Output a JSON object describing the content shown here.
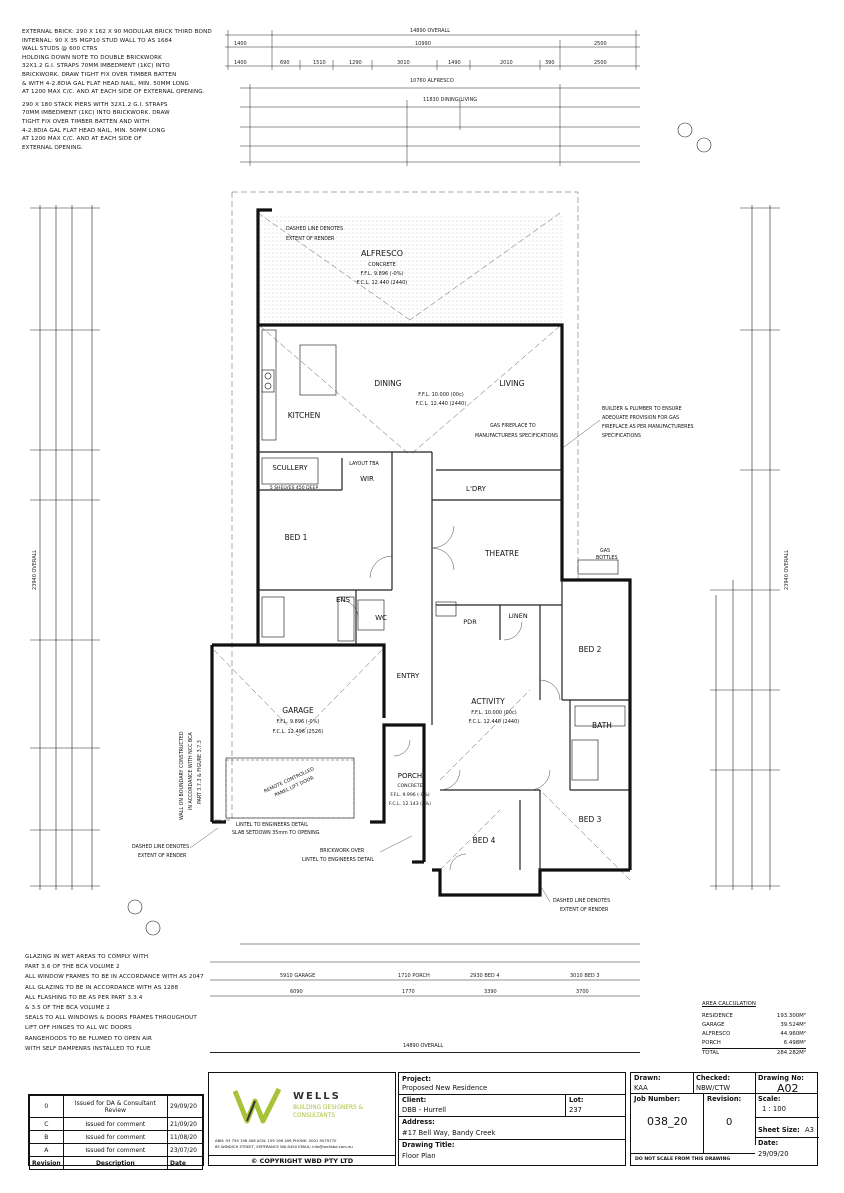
{
  "notes_top": [
    "EXTERNAL BRICK: 290 x 162 x 90 MODULAR BRICK THIRD BOND",
    "INTERNAL: 90 x 35 MGP10 STUD WALL TO AS 1684",
    "WALL STUDS @ 600 CTRS",
    "HOLDING DOWN NOTE TO DOUBLE BRICKWORK",
    "32x1.2 G.I. STRAPS 70mm IMBEDMENT (1kc) INTO",
    "BRICKWORK. DRAW TIGHT FIX OVER TIMBER BATTEN",
    "& WITH 4-2.8dia GAL FLAT HEAD NAIL, MIN. 50mm LONG",
    "AT 1200 MAX C/C. AND AT EACH SIDE OF EXTERNAL OPENING.",
    "",
    "290 x 180 STACK PIERS WITH 32x1.2 G.I. STRAPS",
    "70mm IMBEDMENT (1kc) INTO BRICKWORK. DRAW",
    "TIGHT FIX OVER TIMBER BATTEN AND WITH",
    "4-2.8dia GAL FLAT HEAD NAIL, MIN. 50mm LONG",
    "AT 1200 MAX C/C. AND AT EACH SIDE OF",
    "EXTERNAL OPENING."
  ],
  "notes_bottom": [
    "GLAZING IN WET AREAS TO COMPLY WITH",
    "PART 3.6 OF THE BCA VOLUME 2",
    "ALL WINDOW FRAMES TO BE IN ACCORDANCE WITH AS 2047",
    "ALL GLAZING TO BE IN ACCORDANCE WITH AS 1288",
    "ALL FLASHING TO BE AS PER PART 3.3.4",
    "& 3.5 OF THE BCA VOLUME 2",
    "SEALS TO ALL WINDOWS & DOORS FRAMES THROUGHOUT",
    "LIFT OFF HINGES TO ALL WC DOORS",
    "RANGEHOODS TO BE FLUMED TO OPEN AIR",
    "WITH SELF DAMPENRS INSTALLED TO FLUE"
  ],
  "dims": {
    "top_overall": "14890 OVERALL",
    "top_row1": [
      "1400",
      "10990",
      "2500"
    ],
    "top_row2": [
      "1400",
      "690",
      "1510",
      "1290",
      "3010",
      "1490",
      "2010",
      "390",
      "2500"
    ],
    "alfresco_dim": "10760 ALFRESCO",
    "dining_living": "11830 DINING/LIVING",
    "bottom_overall": "14890 OVERALL",
    "bottom_row1": [
      "6090",
      "1770",
      "3390",
      "3700"
    ],
    "bottom_row2": [
      "5910 GARAGE",
      "1710 PORCH",
      "2930 BED 4",
      "3010 BED 3"
    ],
    "left_overall": "23940 OVERALL",
    "right_overall": "23940 OVERALL"
  },
  "rooms": {
    "alfresco": "ALFRESCO",
    "alfresco_sub": [
      "CONCRETE",
      "F.F.L. 9.896 (-0%)",
      "F.C.L. 12.440 (2440)"
    ],
    "dining": "DINING",
    "living": "LIVING",
    "living_sub": [
      "F.F.L. 10.000 (00c)",
      "F.C.L. 12.440 (2440)"
    ],
    "kitchen": "KITCHEN",
    "scullery": "SCULLERY",
    "scullery_sub": "5 SHELVES 450 DEEP",
    "wir": "WIR",
    "layout": "LAYOUT TBA",
    "bed1": "BED 1",
    "ens": "ENS",
    "wc": "WC",
    "garage": "GARAGE",
    "garage_sub": [
      "F.F.L. 9.896 (-0%)",
      "F.C.L. 12.496 (2526)"
    ],
    "entry": "ENTRY",
    "ldry": "L'DRY",
    "theatre": "THEATRE",
    "pdr": "PDR",
    "linen": "LINEN",
    "activity": "ACTIVITY",
    "activity_sub": [
      "F.F.L. 10.000 (00c)",
      "F.C.L. 12.440 (2440)"
    ],
    "bed2": "BED 2",
    "bath": "BATH",
    "porch": "PORCH",
    "porch_sub": [
      "CONCRETE",
      "F.F.L. 9.996 (-0%)",
      "F.C.L. 12.143 (2%)"
    ],
    "bed3": "BED 3",
    "bed4": "BED 4"
  },
  "annotations": {
    "render1": [
      "DASHED LINE DENOTES",
      "EXTENT OF RENDER"
    ],
    "render2": [
      "DASHED LINE DENOTES",
      "EXTENT OF RENDER"
    ],
    "render3": [
      "DASHED LINE DENOTES",
      "EXTENT OF RENDER"
    ],
    "gas_fireplace": [
      "GAS FIREPLACE TO",
      "MANUFACTURERS SPECIFICATIONS"
    ],
    "builder_note": [
      "BUILDER & PLUMBER TO ENSURE",
      "ADEQUATE PROVISION FOR GAS",
      "FIREPLACE AS PER MANUFACTURERES",
      "SPECIFICATIONS"
    ],
    "gas_bottles": [
      "GAS",
      "BOTTLES"
    ],
    "boundary": [
      "WALL ON BOUNDARY CONSTRUCTED",
      "IN ACCORDANCE WITH NCC BCA",
      "PART 3.7.3 & FIGURE 3.7.3"
    ],
    "remote_door": [
      "REMOTE CONTROLLED",
      "PANEL LIFT DOOR"
    ],
    "lintel_garage": [
      "LINTEL TO ENGINEERS DETAIL",
      "SLAB SETDOWN 35mm TO OPENING"
    ],
    "brickwork_over": [
      "BRICKWORK OVER",
      "LINTEL TO ENGINEERS DETAIL"
    ]
  },
  "area_calc": {
    "title": "AREA CALCULATION",
    "rows": [
      {
        "label": "RESIDENCE",
        "value": "193.300m²"
      },
      {
        "label": "GARAGE",
        "value": "39.524m²"
      },
      {
        "label": "ALFRESCO",
        "value": "44.960m²"
      },
      {
        "label": "PORCH",
        "value": "6.498m²"
      },
      {
        "label": "TOTAL",
        "value": "284.282m²"
      }
    ]
  },
  "revisions": {
    "headers": [
      "Revision",
      "Description",
      "Date"
    ],
    "rows": [
      {
        "rev": "0",
        "desc": "Issued for DA & Consultant Review",
        "date": "29/09/20"
      },
      {
        "rev": "C",
        "desc": "Issued for comment",
        "date": "21/09/20"
      },
      {
        "rev": "B",
        "desc": "Issued for comment",
        "date": "11/08/20"
      },
      {
        "rev": "A",
        "desc": "Issued for comment",
        "date": "23/07/20"
      }
    ]
  },
  "company": {
    "name": "WELLS",
    "sub": "BUILDING DESIGNERS & CONSULTANTS",
    "line1": "ABN: 93 759 196 406 ACN: 159 196 406    PHONE: 0001 9079770",
    "line2": "65 WINDICH STREET, ESPERANCE WA 6450    EMAIL: info@wellsbd.com.au",
    "copyright": "© COPYRIGHT WBD PTY LTD",
    "logo_color": "#a8c23a"
  },
  "project_block": {
    "project_label": "Project:",
    "project": "Proposed New Residence",
    "client_label": "Client:",
    "client": "DBB - Hurrell",
    "lot_label": "Lot:",
    "lot": "237",
    "address_label": "Address:",
    "address": "#17 Bell Way, Bandy Creek",
    "title_label": "Drawing Title:",
    "title": "Floor Plan"
  },
  "drawing_block": {
    "drawn_label": "Drawn:",
    "drawn": "KAA",
    "checked_label": "Checked:",
    "checked": "NBW/CTW",
    "dwgno_label": "Drawing No:",
    "dwgno": "A02",
    "job_label": "Job Number:",
    "job": "038_20",
    "rev_label": "Revision:",
    "rev": "0",
    "scale_label": "Scale:",
    "scale": "1 : 100",
    "sheet_label": "Sheet Size:",
    "sheet": "A3",
    "date_label": "Date:",
    "date": "29/09/20",
    "warning": "DO NOT SCALE FROM THIS DRAWING"
  }
}
